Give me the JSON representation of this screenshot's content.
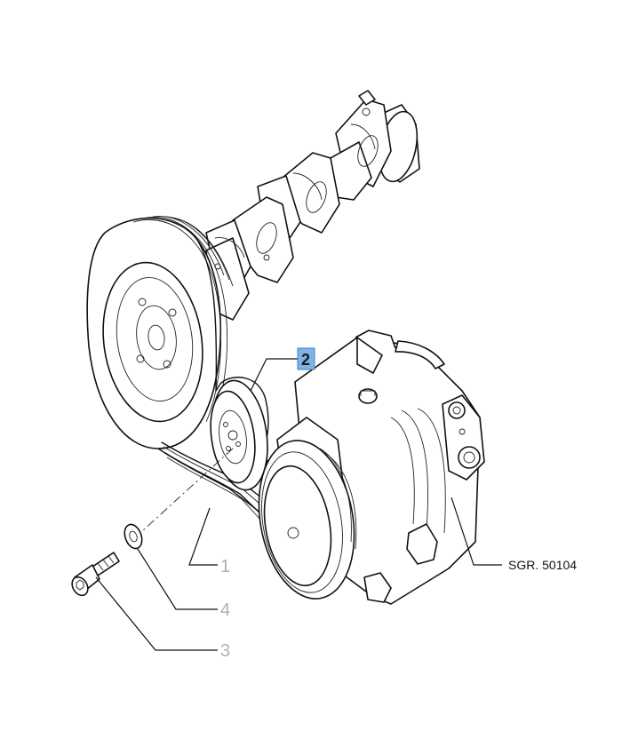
{
  "callouts": [
    {
      "id": "1",
      "label": "1",
      "part": "poly-v-belt",
      "selected": false
    },
    {
      "id": "2",
      "label": "2",
      "part": "idler-pulley",
      "selected": true
    },
    {
      "id": "3",
      "label": "3",
      "part": "bolt",
      "selected": false
    },
    {
      "id": "4",
      "label": "4",
      "part": "washer",
      "selected": false
    }
  ],
  "reference": {
    "label": "SGR. 50104"
  },
  "colors": {
    "selected_fill": "#7fb2e5",
    "callout_grey": "#b0b0b0",
    "line": "#111111"
  }
}
